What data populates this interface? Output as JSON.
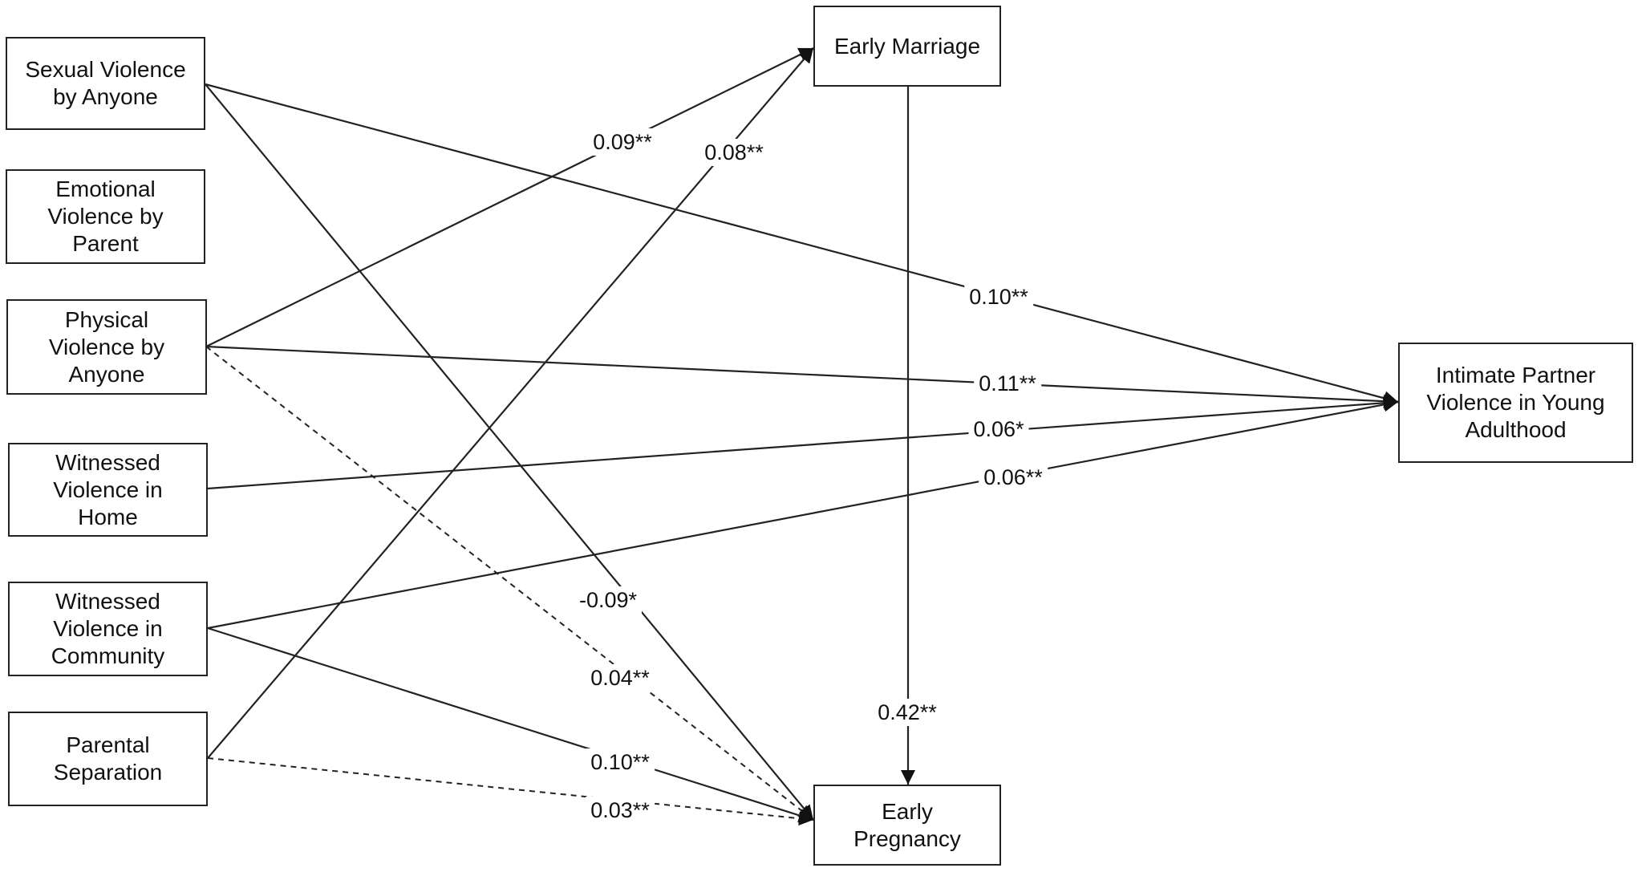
{
  "diagram": {
    "type": "path-diagram",
    "nodes": {
      "sexual": "Sexual Violence\nby Anyone",
      "emotional": "Emotional\nViolence by\nParent",
      "physical": "Physical\nViolence by\nAnyone",
      "home": "Witnessed\nViolence in\nHome",
      "community": "Witnessed\nViolence in\nCommunity",
      "parental": "Parental\nSeparation",
      "marriage": "Early Marriage",
      "pregnancy": "Early\nPregnancy",
      "ipv": "Intimate Partner\nViolence in Young\nAdulthood"
    },
    "edges": [
      {
        "id": "sexual-ipv",
        "from": "sexual",
        "to": "ipv",
        "label": "0.10**",
        "style": "solid"
      },
      {
        "id": "sexual-pregnancy",
        "from": "sexual",
        "to": "pregnancy",
        "label": "-0.09*",
        "style": "solid"
      },
      {
        "id": "physical-marriage",
        "from": "physical",
        "to": "marriage",
        "label": "0.09**",
        "style": "solid"
      },
      {
        "id": "physical-ipv",
        "from": "physical",
        "to": "ipv",
        "label": "0.11**",
        "style": "solid"
      },
      {
        "id": "physical-pregnancy",
        "from": "physical",
        "to": "pregnancy",
        "label": "0.04**",
        "style": "dashed"
      },
      {
        "id": "home-ipv",
        "from": "home",
        "to": "ipv",
        "label": "0.06*",
        "style": "solid"
      },
      {
        "id": "community-ipv",
        "from": "community",
        "to": "ipv",
        "label": "0.06**",
        "style": "solid"
      },
      {
        "id": "community-pregnancy",
        "from": "community",
        "to": "pregnancy",
        "label": "0.10**",
        "style": "solid"
      },
      {
        "id": "parental-marriage",
        "from": "parental",
        "to": "marriage",
        "label": "0.08**",
        "style": "solid"
      },
      {
        "id": "parental-pregnancy",
        "from": "parental",
        "to": "pregnancy",
        "label": "0.03**",
        "style": "dashed"
      },
      {
        "id": "marriage-pregnancy",
        "from": "marriage",
        "to": "pregnancy",
        "label": "0.42**",
        "style": "solid"
      }
    ],
    "labels": {
      "sexual_ipv": "0.10**",
      "sexual_pregnancy": "-0.09*",
      "physical_marriage": "0.09**",
      "physical_ipv": "0.11**",
      "physical_pregnancy": "0.04**",
      "home_ipv": "0.06*",
      "community_ipv": "0.06**",
      "community_pregnancy": "0.10**",
      "parental_marriage": "0.08**",
      "parental_pregnancy": "0.03**",
      "marriage_pregnancy": "0.42**"
    },
    "colors": {
      "line": "#222222",
      "text": "#111111",
      "background": "#ffffff"
    }
  }
}
